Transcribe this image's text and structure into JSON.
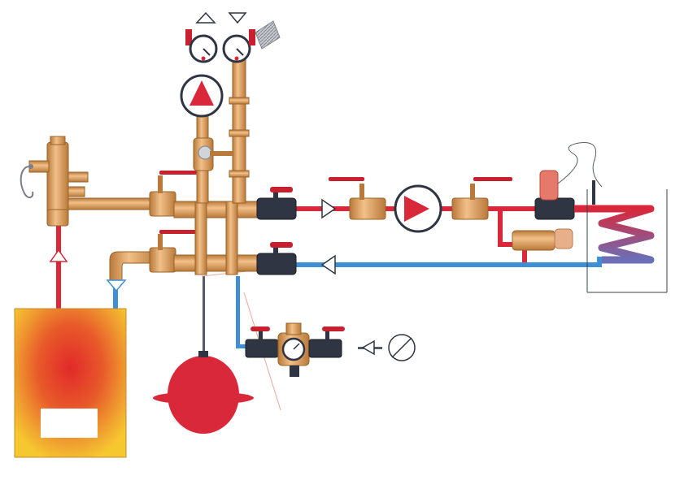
{
  "diagram": {
    "title": "",
    "colors": {
      "supply": "#d8283a",
      "return": "#3f8fd6",
      "brass": "#e0a45c",
      "brass_dark": "#b9793a",
      "valve_body": "#2f3542",
      "handle": "#c8202e",
      "boiler_edge": "#f6c830",
      "boiler_core": "#e12a2a",
      "tank": "#d8283a",
      "pump": "#d8283a",
      "hatch": "#9aa0a8"
    },
    "components": [
      {
        "id": "boiler",
        "icon": "boiler-icon"
      },
      {
        "id": "air-separator",
        "icon": "air-vent-icon"
      },
      {
        "id": "expansion-vessel",
        "icon": "expansion-tank-icon"
      },
      {
        "id": "primary-pump",
        "icon": "circulation-pump-icon"
      },
      {
        "id": "secondary-pump",
        "icon": "circulation-pump-icon"
      },
      {
        "id": "hydraulic-manifold",
        "icon": "manifold-icon"
      },
      {
        "id": "thermometer-supply",
        "icon": "thermometer-icon"
      },
      {
        "id": "thermometer-return",
        "icon": "thermometer-icon"
      },
      {
        "id": "thermostatic-valve",
        "icon": "thermostatic-valve-icon"
      },
      {
        "id": "heat-exchanger-coil",
        "icon": "heating-coil-icon"
      },
      {
        "id": "filling-unit",
        "icon": "pressure-reducer-icon"
      },
      {
        "id": "mains-water-inlet",
        "icon": "water-inlet-icon"
      }
    ]
  }
}
